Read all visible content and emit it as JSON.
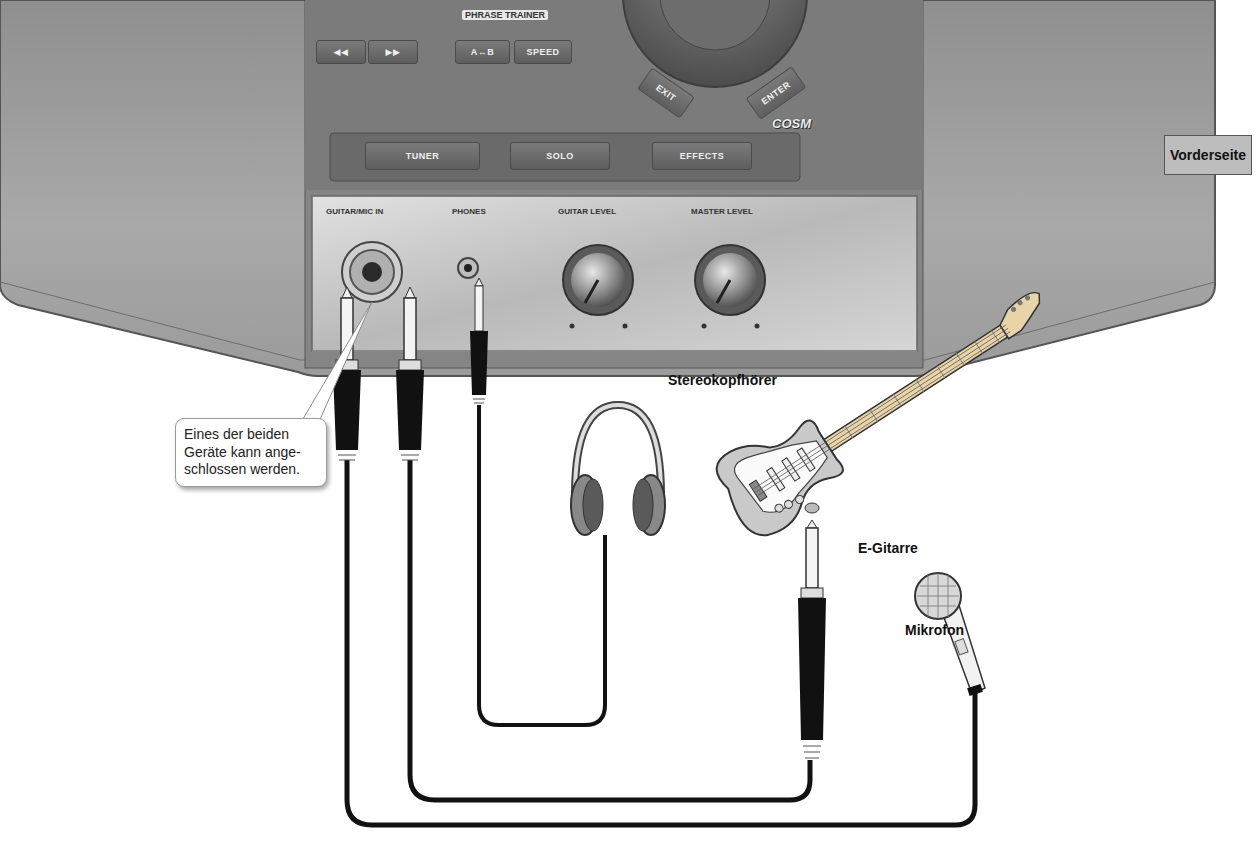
{
  "diagram": {
    "nodes": [
      {
        "text": [
          "Vorderseite"
        ]
      },
      {
        "text": [
          "◀◀"
        ]
      },
      {
        "text": [
          "▶▶"
        ]
      },
      {
        "text": [
          "A↔B"
        ]
      },
      {
        "text": [
          "SPEED"
        ]
      },
      {
        "text": [
          "EXIT"
        ]
      },
      {
        "text": [
          "ENTER"
        ]
      },
      {
        "text": [
          "TUNER"
        ]
      },
      {
        "text": [
          "SOLO"
        ]
      },
      {
        "text": [
          "EFFECTS"
        ]
      },
      {
        "text": [
          "Eines der beiden Geräte kann ange- schlossen werden."
        ]
      }
    ],
    "labels": [
      "PHRASE TRAINER",
      "COSM",
      "GUITAR/MIC IN",
      "PHONES",
      "GUITAR LEVEL",
      "MASTER LEVEL",
      "Stereokopfhörer",
      "E-Gitarre",
      "Mikrofon"
    ]
  }
}
